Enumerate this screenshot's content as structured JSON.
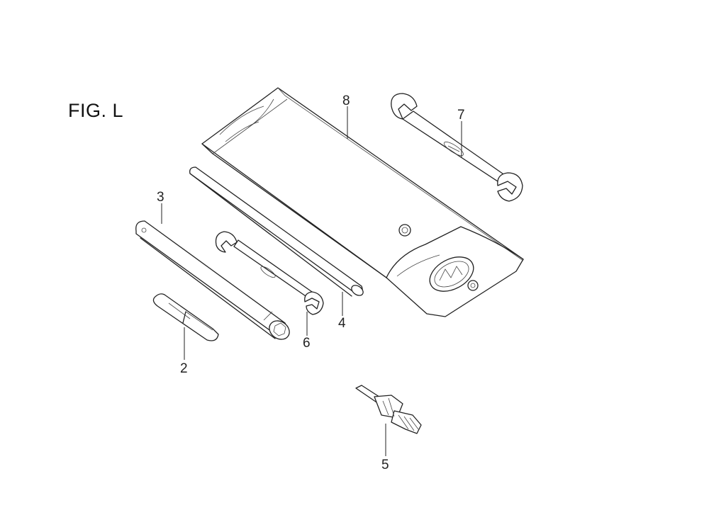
{
  "figure": {
    "label": "FIG. L"
  },
  "callouts": {
    "c2": "2",
    "c3": "3",
    "c4": "4",
    "c5": "5",
    "c6": "6",
    "c7": "7",
    "c8": "8"
  },
  "colors": {
    "ink": "#222222",
    "paper": "#ffffff"
  }
}
